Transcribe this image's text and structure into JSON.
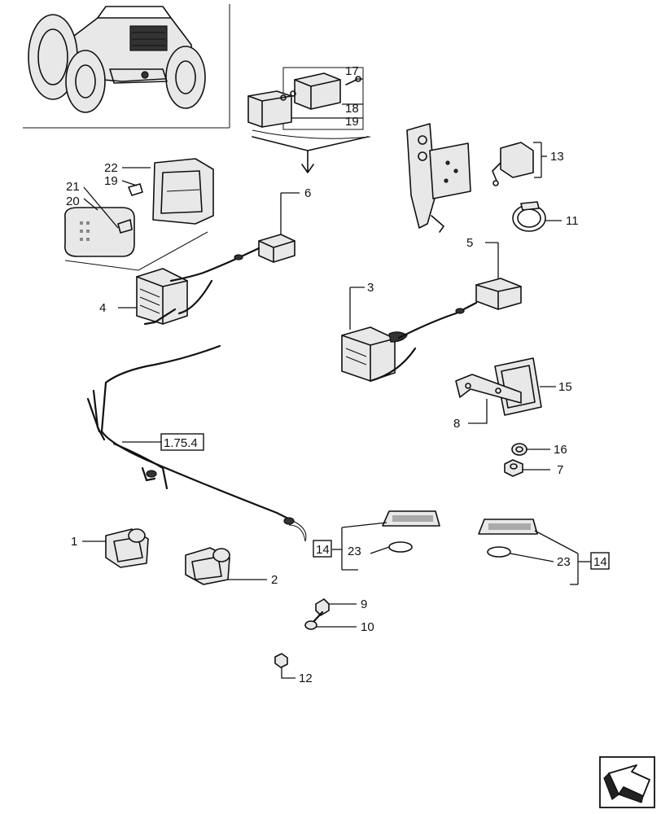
{
  "callouts": [
    "1",
    "2",
    "3",
    "4",
    "5",
    "6",
    "7",
    "8",
    "9",
    "10",
    "11",
    "12",
    "13",
    "14",
    "15",
    "16",
    "17",
    "18",
    "19",
    "20",
    "21",
    "22",
    "23"
  ],
  "labels": {
    "n1": "1",
    "n2": "2",
    "n3": "3",
    "n4": "4",
    "n5": "5",
    "n6": "6",
    "n7": "7",
    "n8": "8",
    "n9": "9",
    "n10": "10",
    "n11": "11",
    "n12": "12",
    "n13": "13",
    "n14a": "14",
    "n14b": "14",
    "n15": "15",
    "n16": "16",
    "n17": "17",
    "n18": "18",
    "n19a": "19",
    "n19b": "19",
    "n20": "20",
    "n21": "21",
    "n22": "22",
    "n23a": "23",
    "n23b": "23"
  },
  "reference_box": "1.75.4",
  "icons": {
    "tractor": "tractor-illustration-icon",
    "navigation": "next-page-arrow-icon"
  }
}
